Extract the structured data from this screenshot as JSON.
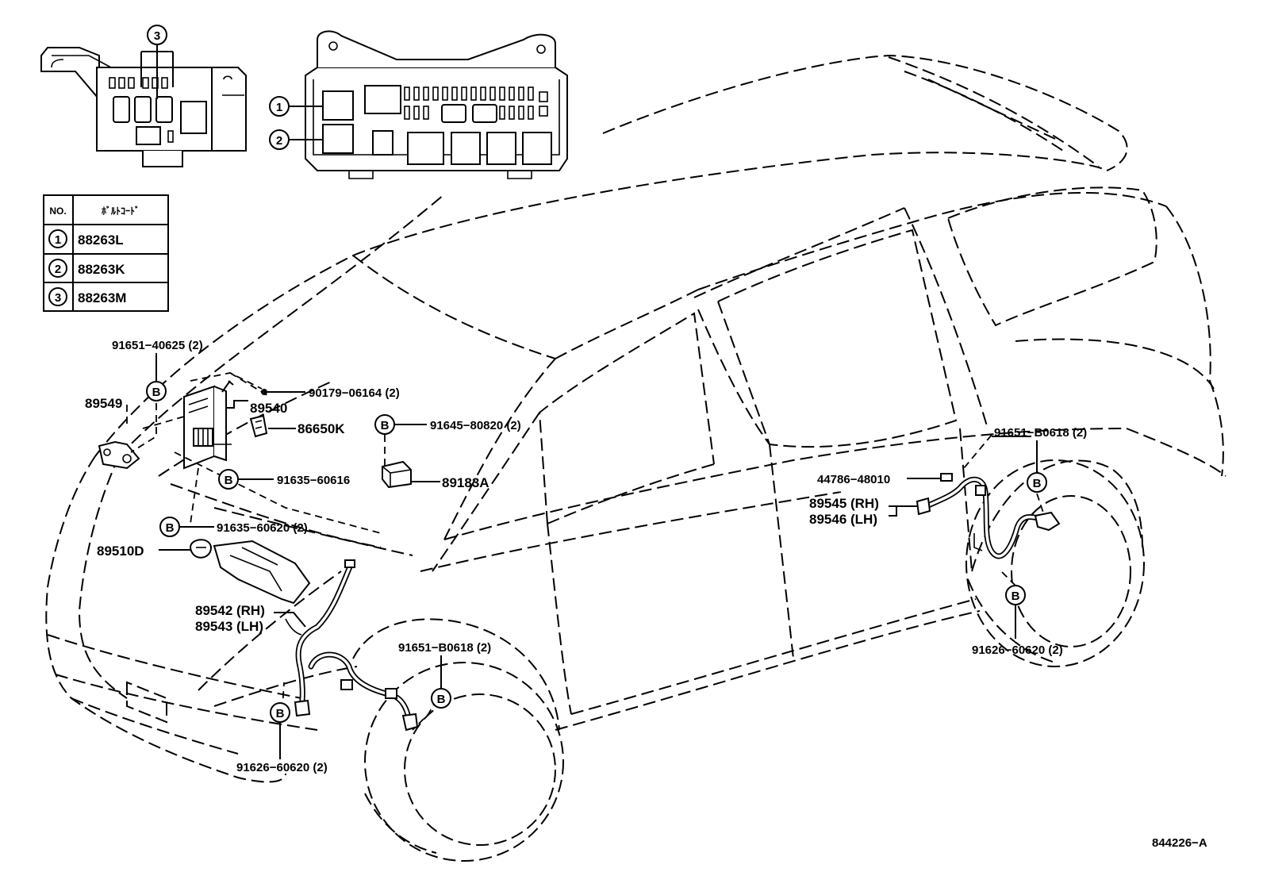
{
  "relay_table": {
    "headers": [
      "NO.",
      "ﾎﾞﾙﾄｺｰﾄﾞ"
    ],
    "rows": [
      {
        "no": "1",
        "code": "88263L"
      },
      {
        "no": "2",
        "code": "88263K"
      },
      {
        "no": "3",
        "code": "88263M"
      }
    ]
  },
  "bolt_marker": "B",
  "callouts": [
    "1",
    "2",
    "3"
  ],
  "parts": {
    "p91651_40625": "91651−40625 (2)",
    "p89549": "89549",
    "p90179_06164": "90179−06164 (2)",
    "p89540": "89540",
    "p86650K": "86650K",
    "p91645_80820": "91645−80820 (2)",
    "p91635_60616": "91635−60616",
    "p89183A": "89183A",
    "p91635_60620": "91635−60620 (2)",
    "p89510D": "89510D",
    "p89542": "89542 (RH)",
    "p89543": "89543 (LH)",
    "p91651_B0618_front": "91651−B0618 (2)",
    "p91626_60620_front": "91626−60620 (2)",
    "p91651_B0618_rear": "91651−B0618 (2)",
    "p44786_48010": "44786−48010",
    "p89545": "89545 (RH)",
    "p89546": "89546 (LH)",
    "p91626_60620_rear": "91626−60620 (2)"
  },
  "drawing_number": "844226−A"
}
